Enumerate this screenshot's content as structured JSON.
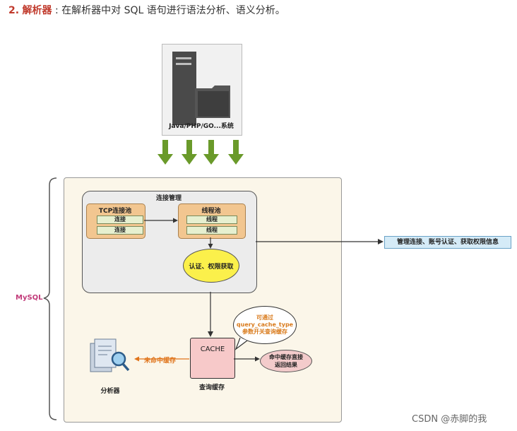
{
  "heading": {
    "number": "2.",
    "term": "解析器",
    "separator": ":",
    "text": "在解析器中对 SQL 语句进行语法分析、语义分析。"
  },
  "diagram": {
    "client": {
      "label": "Java/PHP/GO...系统"
    },
    "mysql_label": "MySQL",
    "connection_management": {
      "title": "连接管理",
      "tcp_pool": {
        "title": "TCP连接池",
        "slots": [
          "连接",
          "连接"
        ]
      },
      "thread_pool": {
        "title": "线程池",
        "slots": [
          "线程",
          "线程"
        ]
      },
      "auth": "认证、权限获取"
    },
    "side_note": "管理连接、账号认证、获取权限信息",
    "cache": {
      "box_text": "CACHE",
      "label": "查询缓存",
      "bubble_lines": [
        "可通过",
        "query_cache_type",
        "参数开关查询缓存"
      ],
      "hit": [
        "命中缓存直接",
        "返回结果"
      ],
      "miss": "未命中缓存"
    },
    "parser": {
      "label": "分析器"
    }
  },
  "watermark": "CSDN @赤脚的我",
  "colors": {
    "heading_accent": "#c0392b",
    "arrow_green": "#6a9a2a",
    "pool_orange": "#f2c690",
    "auth_yellow": "#fbf04b",
    "cache_pink": "#f7c9c9",
    "note_blue": "#d5ebf7",
    "mysql_label": "#c23b7a",
    "miss_orange": "#e0741b"
  }
}
